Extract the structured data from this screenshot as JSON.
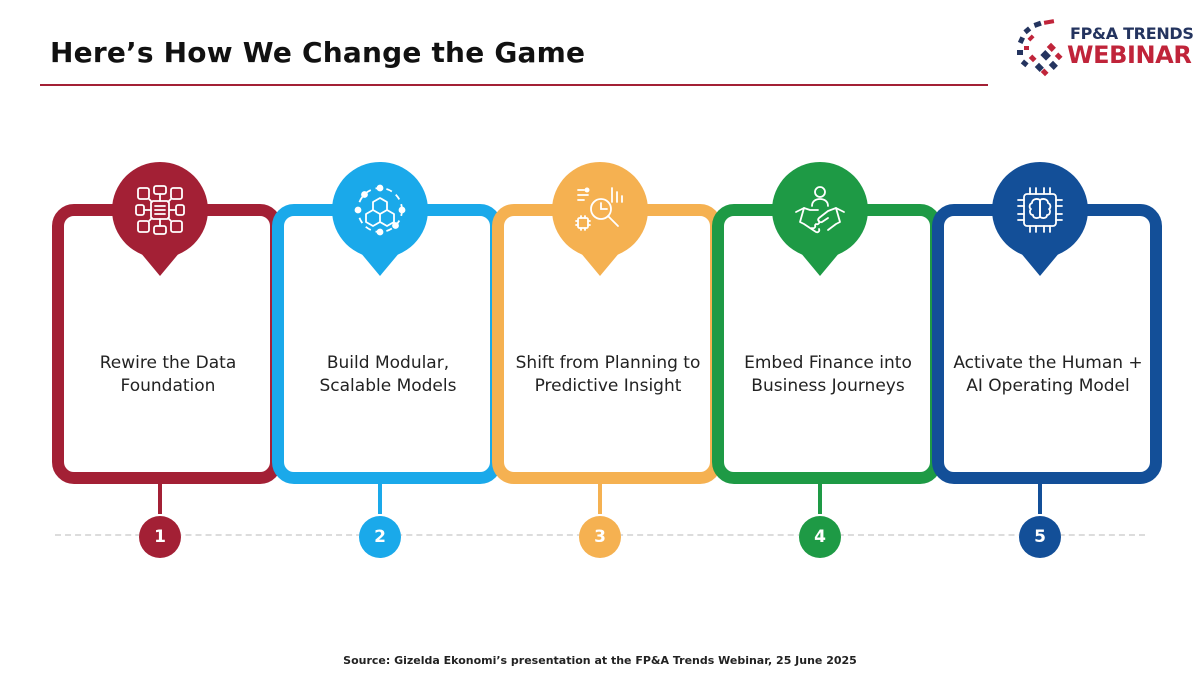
{
  "header": {
    "title": "Here’s How We Change the Game"
  },
  "logo": {
    "line1": "FP&A TRENDS",
    "line2": "WEBINAR"
  },
  "colors": {
    "rule": "#a32035",
    "logo_navy": "#24345f",
    "logo_red": "#c0243a"
  },
  "steps": [
    {
      "number": "1",
      "label": "Rewire the Data Foundation",
      "color": "#a32035",
      "icon": "data-network-icon"
    },
    {
      "number": "2",
      "label": "Build Modular, Scalable Models",
      "color": "#1aa9ea",
      "icon": "modular-cubes-icon"
    },
    {
      "number": "3",
      "label": "Shift from Planning to Predictive Insight",
      "color": "#f5b151",
      "icon": "analytics-magnifier-icon"
    },
    {
      "number": "4",
      "label": "Embed Finance into Business Journeys",
      "color": "#1e9a45",
      "icon": "handshake-icon"
    },
    {
      "number": "5",
      "label": "Activate the Human + AI Operating Model",
      "color": "#134f98",
      "icon": "ai-brain-chip-icon"
    }
  ],
  "footer": {
    "source": "Source: Gizelda Ekonomi’s presentation at the FP&A Trends Webinar, 25 June 2025"
  }
}
